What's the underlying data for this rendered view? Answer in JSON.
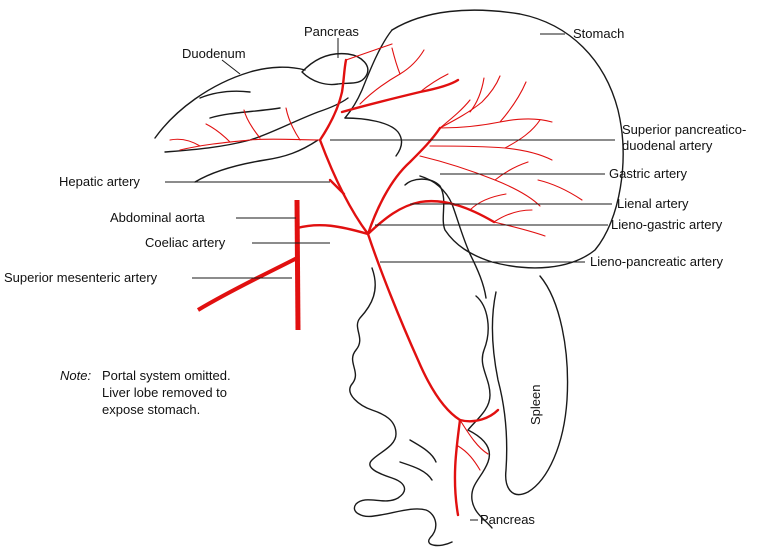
{
  "labels": {
    "pancreas_top": "Pancreas",
    "duodenum": "Duodenum",
    "stomach": "Stomach",
    "sup_pd_line1": "Superior pancreatico-",
    "sup_pd_line2": "duodenal artery",
    "hepatic": "Hepatic artery",
    "gastric": "Gastric artery",
    "lienal": "Lienal artery",
    "abdominal_aorta": "Abdominal aorta",
    "lieno_gastric": "Lieno-gastric artery",
    "coeliac": "Coeliac artery",
    "sup_mesenteric": "Superior mesenteric artery",
    "lieno_pancreatic": "Lieno-pancreatic artery",
    "spleen": "Spleen",
    "pancreas_bottom": "Pancreas"
  },
  "note": {
    "keyword": "Note:",
    "line1": "Portal system omitted.",
    "line2": "Liver lobe removed to",
    "line3": "expose stomach."
  },
  "colors": {
    "artery": "#e11010",
    "outline": "#1a1a1a",
    "background": "#ffffff"
  }
}
